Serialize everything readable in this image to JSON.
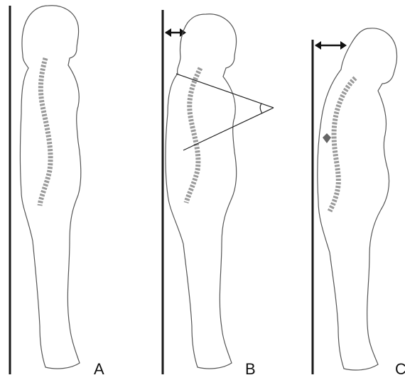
{
  "panels": [
    {
      "id": "A",
      "label": "A",
      "wall_gap_indicator": false,
      "kyphosis_angle": false,
      "apex_marker": false
    },
    {
      "id": "B",
      "label": "B",
      "wall_gap_indicator": true,
      "kyphosis_angle": true,
      "apex_marker": false
    },
    {
      "id": "C",
      "label": "C",
      "wall_gap_indicator": true,
      "kyphosis_angle": false,
      "apex_marker": true
    }
  ],
  "colors": {
    "background": "#ffffff",
    "line": "#222222",
    "wall": "#1a1a1a",
    "spine": "#9a9a9a",
    "outline": "#555555"
  }
}
